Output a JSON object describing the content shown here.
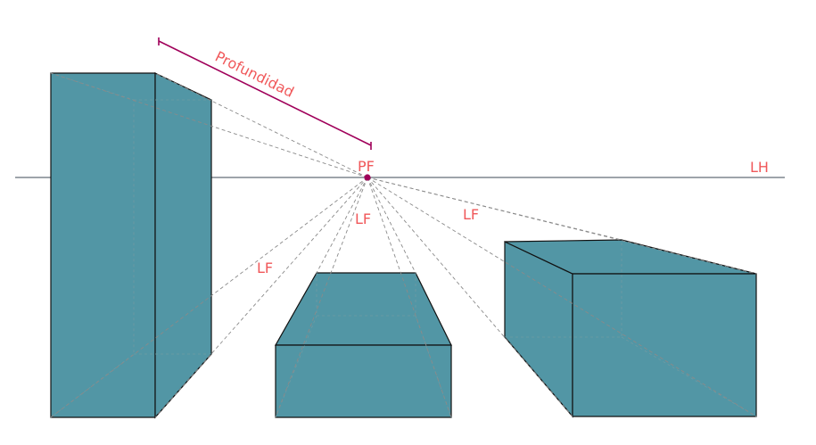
{
  "labels": {
    "vanishing_point": "PF",
    "horizon": "LH",
    "depth": "Profundidad",
    "vanishing_lines": [
      "LF",
      "LF",
      "LF"
    ]
  },
  "colors": {
    "box_fill": "#5296a5",
    "label": "#f0585a",
    "depth_bracket": "#a0005a",
    "vanishing_point": "#a0005a",
    "horizon_line": "#3d4a55",
    "guide_lines": "#8a8a8a"
  }
}
